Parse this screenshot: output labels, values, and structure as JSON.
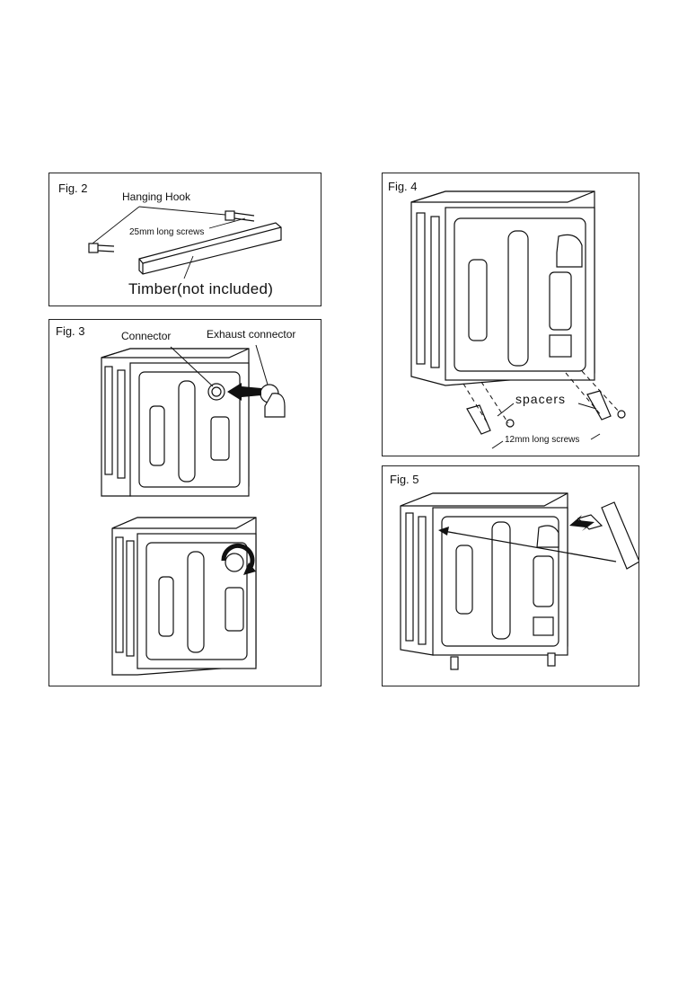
{
  "fig2": {
    "label": "Fig. 2",
    "hanging_hook": "Hanging Hook",
    "screws": "25mm long screws",
    "timber": "Timber(not included)"
  },
  "fig3": {
    "label": "Fig. 3",
    "connector": "Connector",
    "exhaust_connector": "Exhaust connector"
  },
  "fig4": {
    "label": "Fig. 4",
    "spacers": "spacers",
    "screws": "12mm long screws"
  },
  "fig5": {
    "label": "Fig. 5"
  }
}
